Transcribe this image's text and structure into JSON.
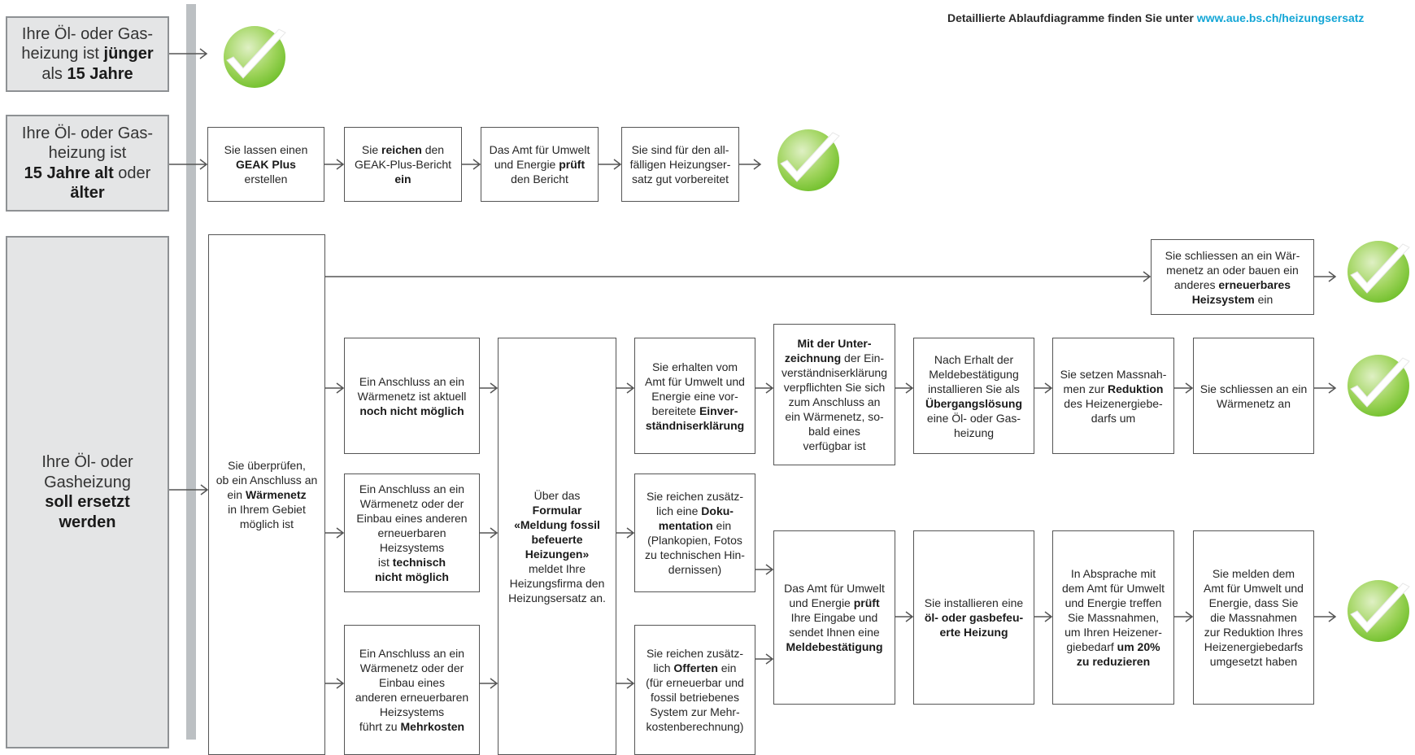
{
  "header": {
    "note": "Detaillierte Ablaufdiagramme finden Sie unter",
    "link": "www.aue.bs.ch/heizungsersatz"
  },
  "left": {
    "young": {
      "a": "Ihre Öl- oder Gas-",
      "b": "heizung ist ",
      "c": "jünger",
      "d": "als ",
      "e": "15 Jahre"
    },
    "old": {
      "a": "Ihre Öl- oder Gas-",
      "b": "heizung ist",
      "c": "15 Jahre alt",
      "d": " oder",
      "e": "älter"
    },
    "replace": {
      "a": "Ihre Öl- oder",
      "b": "Gasheizung",
      "c": "soll ersetzt",
      "d": "werden"
    }
  },
  "row2": {
    "b1": {
      "a": "Sie lassen einen",
      "b": "GEAK Plus",
      "c": "erstellen"
    },
    "b2": {
      "a": "Sie ",
      "b": "reichen",
      "c": " den",
      "d": "GEAK-Plus-Bericht",
      "e": "ein"
    },
    "b3": {
      "a": "Das Amt für Umwelt",
      "b": "und Energie ",
      "c": "prüft",
      "d": "den Bericht"
    },
    "b4": {
      "a": "Sie sind für den all-",
      "b": "fälligen Heizungser-",
      "c": "satz gut vorbereitet"
    }
  },
  "check": {
    "b": {
      "a": "Sie überprüfen,",
      "b": "ob ein Anschluss an",
      "c": "ein ",
      "d": "Wärmenetz",
      "e": "in Ihrem Gebiet",
      "f": "möglich ist"
    },
    "top": {
      "a": "Sie schliessen an ein Wär-",
      "b": "menetz an oder bauen ein",
      "c": "anderes ",
      "d": "erneuerbares",
      "e": "Heizsystem",
      "f": " ein"
    }
  },
  "cases": {
    "c1": {
      "a": "Ein Anschluss an ein",
      "b": "Wärmenetz ist aktuell",
      "c": "noch nicht möglich"
    },
    "c2": {
      "a": "Ein Anschluss an ein",
      "b": "Wärmenetz oder der",
      "c": "Einbau eines anderen",
      "d": "erneuerbaren",
      "e": "Heizsystems",
      "f": "ist ",
      "g": "technisch",
      "h": "nicht möglich"
    },
    "c3": {
      "a": "Ein Anschluss an ein",
      "b": "Wärmenetz oder der",
      "c": "Einbau eines",
      "d": "anderen erneuerbaren",
      "e": "Heizsystems",
      "f": "führt zu ",
      "g": "Mehrkosten"
    }
  },
  "form": {
    "a": "Über das",
    "b": "Formular",
    "c": "«Meldung fossil",
    "d": "befeuerte",
    "e": "Heizungen»",
    "f": "meldet Ihre",
    "g": "Heizungsfirma den",
    "h": "Heizungsersatz an."
  },
  "r1": {
    "b1": {
      "a": "Sie erhalten vom",
      "b": "Amt für Umwelt und",
      "c": "Energie eine vor-",
      "d": "bereitete ",
      "e": "Einver-",
      "f": "ständniserklärung"
    },
    "b2": {
      "a": "Mit der Unter-",
      "b": "zeichnung",
      "c": " der Ein-",
      "d": "verständniserklärung",
      "e": "verpflichten Sie sich",
      "f": "zum Anschluss an",
      "g": "ein Wärmenetz, so-",
      "h": "bald eines",
      "i": "verfügbar ist"
    },
    "b3": {
      "a": "Nach Erhalt der",
      "b": "Meldebestätigung",
      "c": "installieren Sie als",
      "d": "Übergangslösung",
      "e": "eine Öl- oder Gas-",
      "f": "heizung"
    },
    "b4": {
      "a": "Sie setzen Massnah-",
      "b": "men zur ",
      "c": "Reduktion",
      "d": "des Heizenergiebe-",
      "e": "darfs um"
    },
    "b5": {
      "a": "Sie schliessen an ein",
      "b": "Wärmenetz an"
    }
  },
  "r2": {
    "doc": {
      "a": "Sie reichen zusätz-",
      "b": "lich eine ",
      "c": "Doku-",
      "d": "mentation",
      "e": " ein",
      "f": "(Plankopien, Fotos",
      "g": "zu technischen Hin-",
      "h": "dernissen)"
    },
    "off": {
      "a": "Sie reichen zusätz-",
      "b": "lich ",
      "c": "Offerten",
      "d": " ein",
      "e": "(für erneuerbar und",
      "f": "fossil betriebenes",
      "g": "System zur Mehr-",
      "h": "kostenberechnung)"
    },
    "b1": {
      "a": "Das Amt für Umwelt",
      "b": "und Energie ",
      "c": "prüft",
      "d": "Ihre Eingabe und",
      "e": "sendet Ihnen eine",
      "f": "Meldebestätigung"
    },
    "b2": {
      "a": "Sie installieren eine",
      "b": "öl- oder gasbefeu-",
      "c": "erte Heizung"
    },
    "b3": {
      "a": "In Absprache mit",
      "b": "dem Amt für Umwelt",
      "c": "und Energie treffen",
      "d": "Sie Massnahmen,",
      "e": "um Ihren Heizener-",
      "f": "giebedarf ",
      "g": "um 20%",
      "h": "zu reduzieren"
    },
    "b4": {
      "a": "Sie melden dem",
      "b": "Amt für Umwelt und",
      "c": "Energie, dass Sie",
      "d": "die Massnahmen",
      "e": "zur Reduktion Ihres",
      "f": "Heizenergiebedarfs",
      "g": "umgesetzt haben"
    }
  },
  "colors": {
    "accent": "#13a6d6",
    "check_green": "#6fbf2a",
    "panel_gray": "#e4e5e6",
    "bar_gray": "#bcc0c3"
  }
}
